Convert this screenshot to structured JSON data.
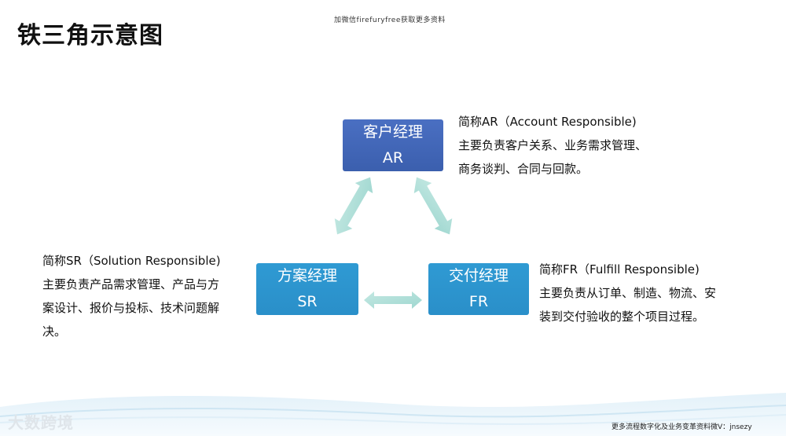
{
  "title": "铁三角示意图",
  "watermark_top": "加微信firefuryfree获取更多资料",
  "nodes": {
    "ar": {
      "line1": "客户经理",
      "line2": "AR"
    },
    "sr": {
      "line1": "方案经理",
      "line2": "SR"
    },
    "fr": {
      "line1": "交付经理",
      "line2": "FR"
    }
  },
  "descriptions": {
    "ar": {
      "line1": "简称AR（Account Responsible)",
      "line2": "主要负责客户关系、业务需求管理、",
      "line3": "商务谈判、合同与回款。"
    },
    "sr": {
      "line1": "简称SR（Solution Responsible)",
      "line2": "主要负责产品需求管理、产品与方",
      "line3": "案设计、报价与投标、技术问题解",
      "line4": "决。"
    },
    "fr": {
      "line1": "简称FR（Fulfill Responsible)",
      "line2": "主要负责从订单、制造、物流、安",
      "line3": "装到交付验收的整个项目过程。"
    }
  },
  "brand": "大数跨境",
  "footer_note": "更多流程数字化及业务变革资料微V：jnsezy",
  "colors": {
    "ar_node": "#3f63b2",
    "sr_fr_node": "#2d95cf",
    "arrow": "#a9dcd6"
  }
}
